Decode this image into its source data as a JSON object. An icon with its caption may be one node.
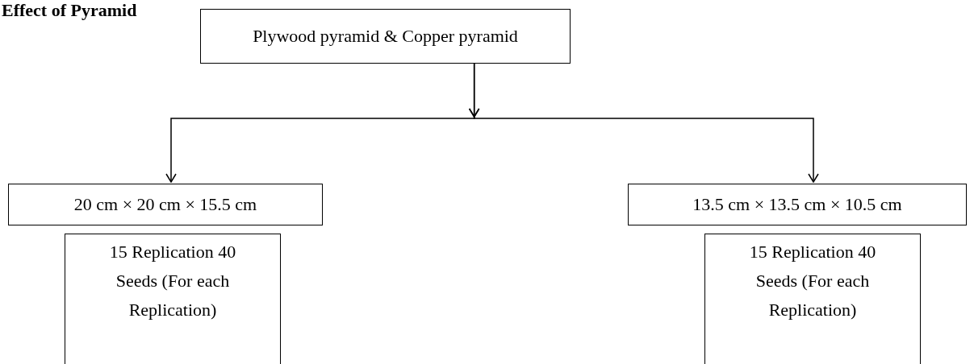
{
  "diagram": {
    "title": "Effect of Pyramid",
    "nodes": [
      {
        "text": [
          "Plywood pyramid & Copper pyramid"
        ]
      },
      {
        "text": [
          "20 cm × 20 cm × 15.5 cm"
        ]
      },
      {
        "text": [
          "13.5 cm × 13.5 cm × 10.5 cm"
        ]
      },
      {
        "text": [
          "15 Replication 40 Seeds (For each Replication)"
        ]
      },
      {
        "text": [
          "15 Replication 40 Seeds (For each Replication)"
        ]
      }
    ],
    "edges": [
      {
        "from": 0,
        "to": 1,
        "arrow": "to"
      },
      {
        "from": 0,
        "to": 2,
        "arrow": "to"
      }
    ]
  }
}
